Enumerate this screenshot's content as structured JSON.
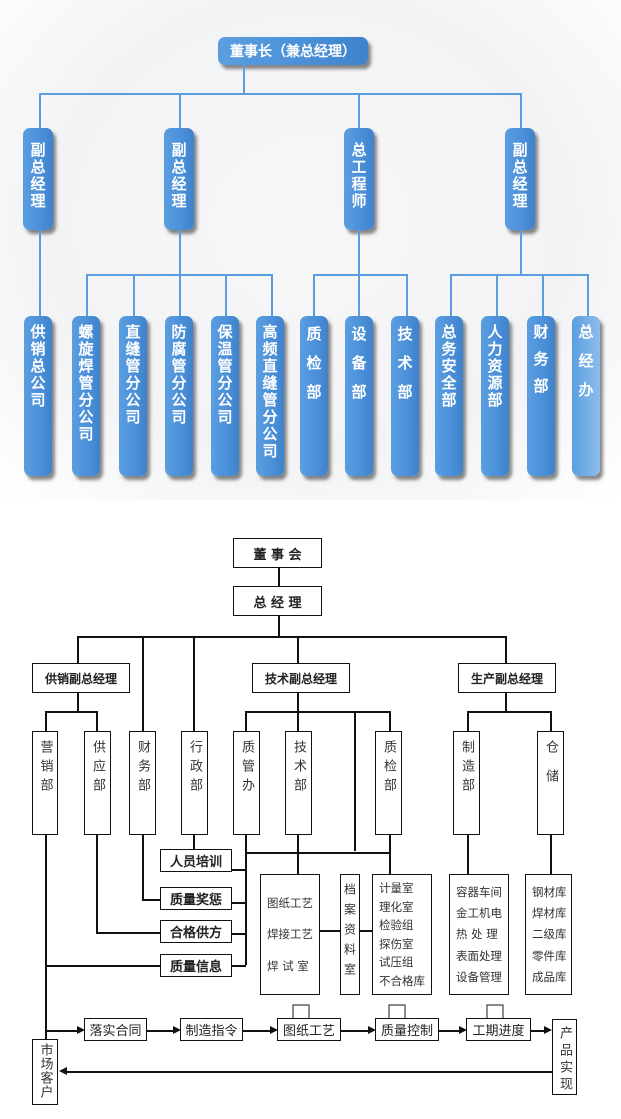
{
  "chart1": {
    "root": "董事长（兼总经理）",
    "level2": [
      {
        "label": "副总经理",
        "children": [
          "供销总公司"
        ]
      },
      {
        "label": "副总经理",
        "children": [
          "螺旋焊管分公司",
          "直缝管分公司",
          "防腐管分公司",
          "保温管分公司",
          "高频直缝管分公司"
        ]
      },
      {
        "label": "总工程师",
        "children": [
          "质检部",
          "设备部",
          "技术部"
        ]
      },
      {
        "label": "副总经理",
        "children": [
          "总务安全部",
          "人力资源部",
          "财务部",
          "总经办"
        ]
      }
    ],
    "colors": {
      "box": "#4a8fd8",
      "line": "#5b9ee0"
    }
  },
  "chart2": {
    "board": "董 事 会",
    "gm": "总 经 理",
    "vps": [
      "供销副总经理",
      "技术副总经理",
      "生产副总经理"
    ],
    "departments": [
      "营销部",
      "供应部",
      "财务部",
      "行政部",
      "质管办",
      "技术部",
      "质检部",
      "制造部",
      "仓储"
    ],
    "functions": [
      "人员培训",
      "质量奖惩",
      "合格供方",
      "质量信息"
    ],
    "tech_unit": [
      "图纸工艺",
      "焊接工艺",
      "焊 试 室"
    ],
    "archive": "档案资料室",
    "qc_unit": [
      "计量室",
      "理化室",
      "检验组",
      "探伤室",
      "试压组",
      "不合格库"
    ],
    "mfg_unit": [
      "容器车间",
      "金工机电",
      "热 处 理",
      "表面处理",
      "设备管理"
    ],
    "storage_unit": [
      "钢材库",
      "焊材库",
      "二级库",
      "零件库",
      "成品库"
    ],
    "flow": [
      "落实合同",
      "制造指令",
      "图纸工艺",
      "质量控制",
      "工期进度"
    ],
    "market": "市场客户",
    "product": "产品实现"
  }
}
